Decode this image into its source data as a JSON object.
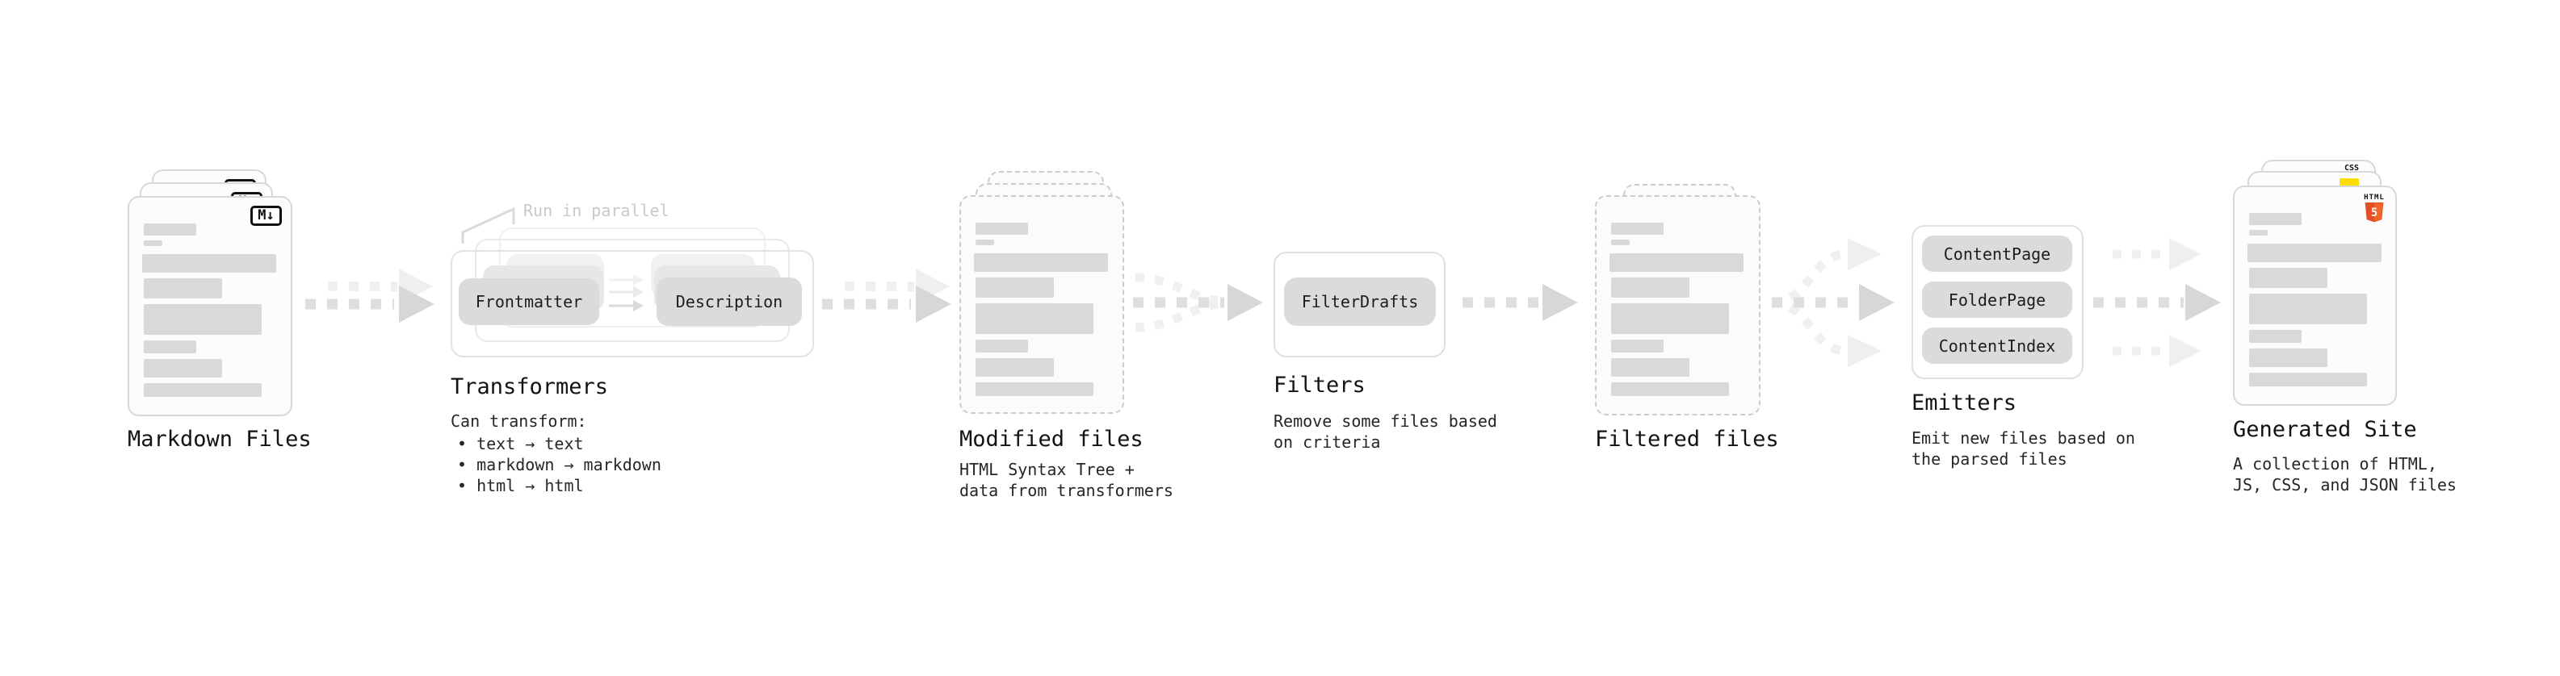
{
  "stages": {
    "markdown_files": {
      "title": "Markdown Files",
      "badge": "M↓"
    },
    "transformers": {
      "title": "Transformers",
      "annotation": "Run in parallel",
      "button_frontmatter": "Frontmatter",
      "button_description": "Description",
      "intro": "Can transform:",
      "bullets": [
        "• text → text",
        "• markdown → markdown",
        "• html → html"
      ]
    },
    "modified_files": {
      "title": "Modified files",
      "subtitle_lines": [
        "HTML Syntax Tree +",
        "data from transformers"
      ]
    },
    "filters": {
      "title": "Filters",
      "button": "FilterDrafts",
      "subtitle_lines": [
        "Remove some files based",
        "on criteria"
      ]
    },
    "filtered_files": {
      "title": "Filtered files"
    },
    "emitters": {
      "title": "Emitters",
      "buttons": [
        "ContentPage",
        "FolderPage",
        "ContentIndex"
      ],
      "subtitle_lines": [
        "Emit new files based on",
        "the parsed files"
      ]
    },
    "generated_site": {
      "title": "Generated Site",
      "subtitle_lines": [
        "A collection of HTML,",
        "JS, CSS, and JSON files"
      ],
      "css_badge": "CSS",
      "html_badge_label": "HTML",
      "html_badge_number": "5"
    }
  },
  "colors": {
    "background": "#ffffff",
    "doc_border": "#d8d8d8",
    "skeleton_bar": "#d9d9d9",
    "node_fill": "#dbdbdb",
    "arrow_dark": "#dedede",
    "arrow_light": "#f0f0f0",
    "annotation_gray": "#c9c9c9",
    "html5_orange": "#e44d26",
    "js_yellow": "#fedd00",
    "css_blue": "#2d6ef1"
  }
}
